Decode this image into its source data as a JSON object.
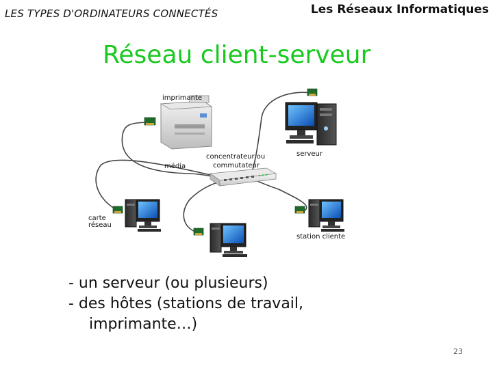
{
  "header": {
    "section": "LES TYPES D'ORDINATEURS CONNECTÉS",
    "course": "Les Réseaux Informatiques"
  },
  "slide": {
    "title": "Réseau client-serveur",
    "page_number": "23"
  },
  "diagram": {
    "labels": {
      "printer": "imprimante",
      "hub_line1": "concentrateur ou",
      "hub_line2": "commutateur",
      "server": "serveur",
      "media": "média",
      "card_line1": "carte",
      "card_line2": "réseau",
      "station": "station cliente"
    }
  },
  "bullets": [
    "- un serveur (ou plusieurs)",
    "- des hôtes (stations de travail,",
    "imprimante…)"
  ]
}
